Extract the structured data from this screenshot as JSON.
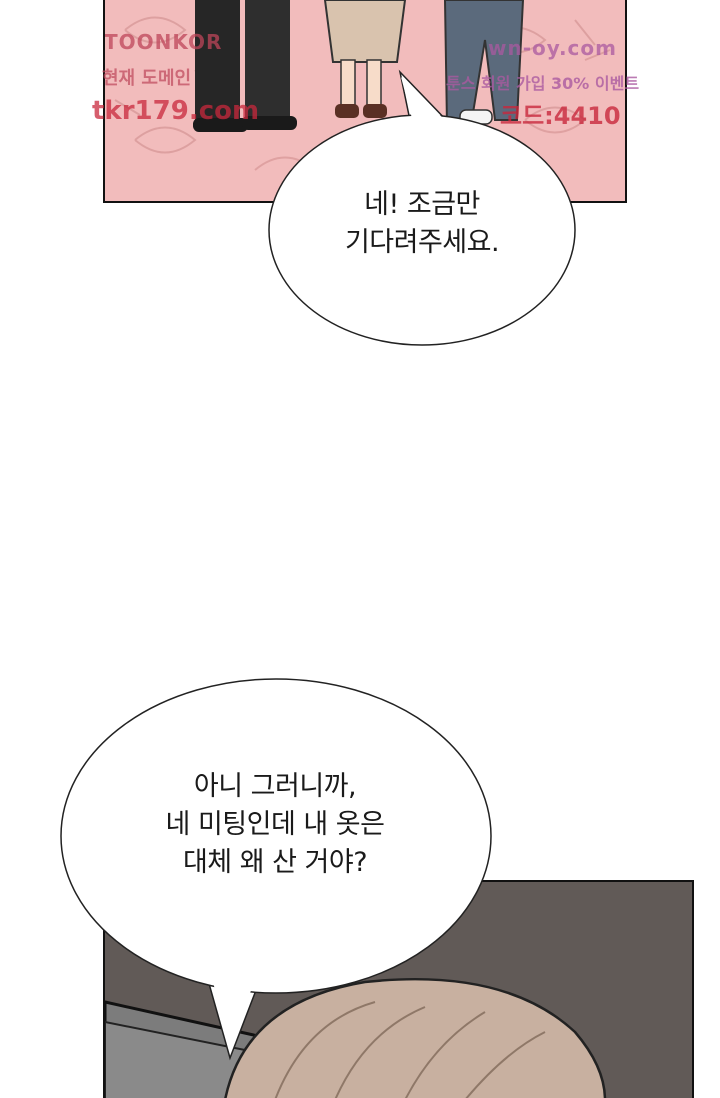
{
  "watermark": {
    "brand": "TOONKOR",
    "sub": "현재 도메인",
    "url": "tkr179.com",
    "site": "wn-oy.com",
    "event": "툰스 회원 가입 30% 이벤트",
    "code": "코드:4410"
  },
  "bubbles": {
    "first": {
      "line1": "네! 조금만",
      "line2": "기다려주세요."
    },
    "second": {
      "line1": "아니 그러니까,",
      "line2": "네 미팅인데 내 옷은",
      "line3": "대체 왜 산 거야?"
    }
  },
  "colors": {
    "top_panel_bg": "#f0b8b8",
    "bottom_panel_bg": "#615a57",
    "hair": "#c8b0a0"
  }
}
